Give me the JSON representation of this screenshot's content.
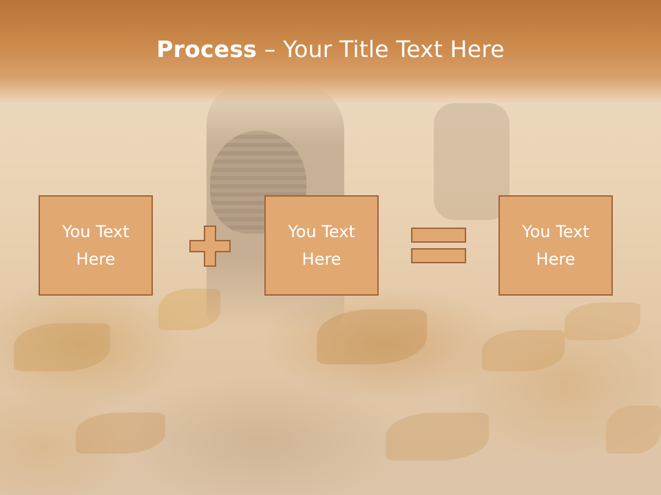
{
  "title": {
    "bold": "Process",
    "rest": " – Your Title Text Here"
  },
  "boxes": [
    {
      "text": "You Text Here"
    },
    {
      "text": "You Text Here"
    },
    {
      "text": "You Text Here"
    }
  ],
  "operators": [
    "plus-icon",
    "equals-icon"
  ],
  "colors": {
    "box_fill": "#e1a872",
    "box_border": "#a0643a",
    "title_band": "#cc8a4c",
    "text": "#ffffff"
  }
}
